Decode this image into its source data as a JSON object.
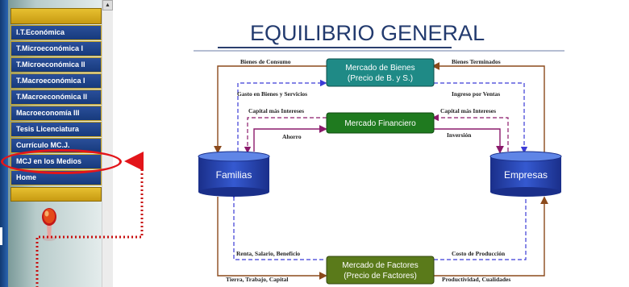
{
  "sidebar": {
    "items": [
      {
        "label": "I.T.Económica"
      },
      {
        "label": "T.Microeconómica I"
      },
      {
        "label": "T.Microeconómica II"
      },
      {
        "label": "T.Macroeconómica I"
      },
      {
        "label": "T.Macroeconómica II"
      },
      {
        "label": "Macroeconomía III"
      },
      {
        "label": "Tesis Licenciatura"
      },
      {
        "label": "Currículo MC.J."
      },
      {
        "label": "MCJ en los Medios"
      },
      {
        "label": "Home"
      }
    ],
    "highlighted_item": "MCJ en los Medios"
  },
  "diagram": {
    "title": "EQUILIBRIO GENERAL",
    "nodes": {
      "goods_market": {
        "line1": "Mercado de Bienes",
        "line2": "(Precio de B. y S.)"
      },
      "financial_market": {
        "line1": "Mercado Financiero"
      },
      "factor_market": {
        "line1": "Mercado de Factores",
        "line2": "(Precio de Factores)"
      },
      "households": {
        "label": "Familias"
      },
      "firms": {
        "label": "Empresas"
      }
    },
    "flows": {
      "bienes_consumo": "Bienes de Consumo",
      "bienes_terminados": "Bienes Terminados",
      "gasto": "Gasto en Bienes y Servicios",
      "ingreso": "Ingreso por Ventas",
      "capital_left": "Capital más Intereses",
      "capital_right": "Capital más Intereses",
      "ahorro": "Ahorro",
      "inversion": "Inversión",
      "renta": "Renta, Salario, Beneficio",
      "costo": "Costo de Producción",
      "tierra": "Tierra, Trabajo, Capital",
      "productividad": "Productividad, Cualidades"
    }
  },
  "colors": {
    "nav_bg": "#1f4690",
    "nav_border": "#c8a21d",
    "highlight": "#e3151a",
    "goods_box": "#1f8a86",
    "financial_box": "#1f7a1f",
    "factor_box": "#5a7a1a",
    "cylinder": "#1c3fa8",
    "solid_flow": "#8b4a1c",
    "dashed_flow": "#3b3bd6",
    "capital_flow": "#8b1a6b"
  },
  "icons": {
    "scroll_up": "scroll-up-arrow-icon",
    "pin": "map-pin-icon"
  }
}
